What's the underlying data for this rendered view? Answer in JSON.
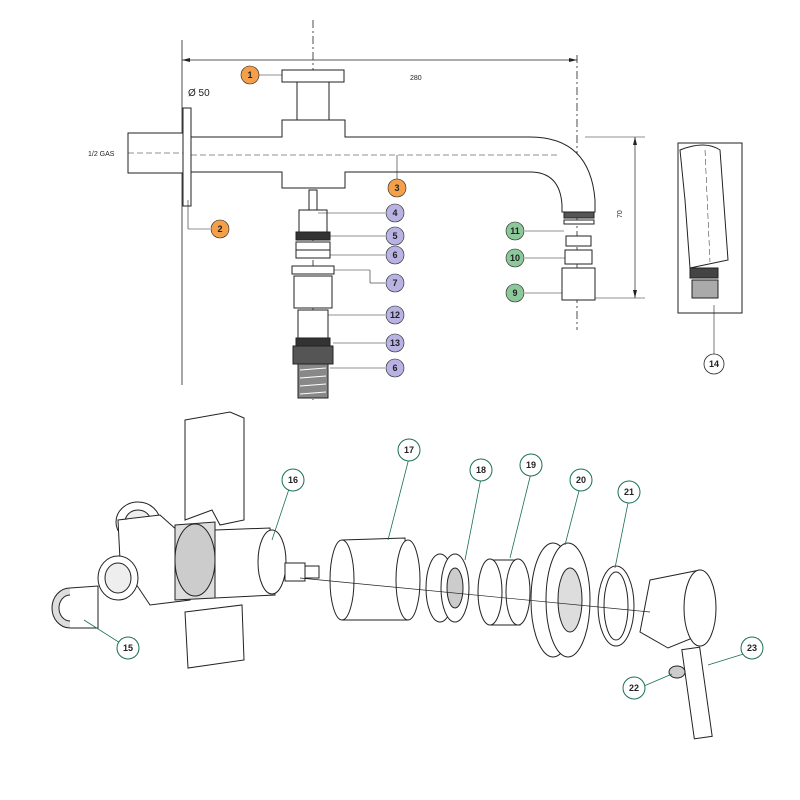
{
  "dimensions": {
    "diameter": "Ø 50",
    "pipe_thread": "1/2 GAS",
    "spout_length": "280",
    "spout_height": "70"
  },
  "colors": {
    "orange": "#f4a04a",
    "violet": "#b9b3e3",
    "green": "#8dc89a",
    "lower_outline": "#1a6e5a",
    "line": "#222222"
  },
  "callouts_top": [
    {
      "id": "c1",
      "label": "1",
      "color": "orange"
    },
    {
      "id": "c2",
      "label": "2",
      "color": "orange"
    },
    {
      "id": "c3",
      "label": "3",
      "color": "orange"
    },
    {
      "id": "c4",
      "label": "4",
      "color": "violet"
    },
    {
      "id": "c5",
      "label": "5",
      "color": "violet"
    },
    {
      "id": "c6a",
      "label": "6",
      "color": "violet"
    },
    {
      "id": "c7",
      "label": "7",
      "color": "violet"
    },
    {
      "id": "c12",
      "label": "12",
      "color": "violet"
    },
    {
      "id": "c13",
      "label": "13",
      "color": "violet"
    },
    {
      "id": "c6b",
      "label": "6",
      "color": "violet"
    },
    {
      "id": "c11",
      "label": "11",
      "color": "green"
    },
    {
      "id": "c10",
      "label": "10",
      "color": "green"
    },
    {
      "id": "c9",
      "label": "9",
      "color": "orange"
    },
    {
      "id": "c14",
      "label": "14",
      "color": "white"
    }
  ],
  "callouts_bottom": [
    {
      "id": "c15",
      "label": "15"
    },
    {
      "id": "c16",
      "label": "16"
    },
    {
      "id": "c17",
      "label": "17"
    },
    {
      "id": "c18",
      "label": "18"
    },
    {
      "id": "c19",
      "label": "19"
    },
    {
      "id": "c20",
      "label": "20"
    },
    {
      "id": "c21",
      "label": "21"
    },
    {
      "id": "c22",
      "label": "22"
    },
    {
      "id": "c23",
      "label": "23"
    }
  ]
}
